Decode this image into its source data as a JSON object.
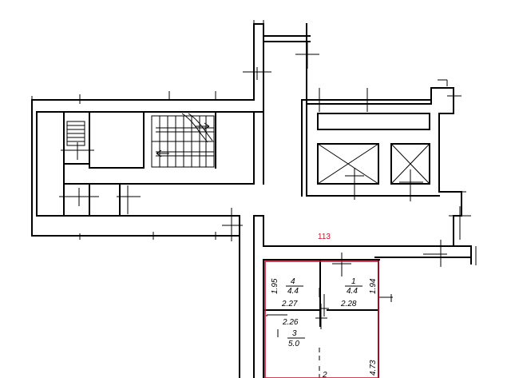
{
  "plan": {
    "section_number": "113",
    "accent_color": "#c8102e",
    "rooms": [
      {
        "number": "4",
        "area": "4.4"
      },
      {
        "number": "1",
        "area": "4.4"
      },
      {
        "number": "3",
        "area": "5.0"
      },
      {
        "number": "2"
      }
    ],
    "dimensions": {
      "left_height": "1.95",
      "right_height": "1.94",
      "room4_width": "2.27",
      "room1_width": "2.28",
      "room3_width": "2.26",
      "right_length": "4.73"
    }
  }
}
